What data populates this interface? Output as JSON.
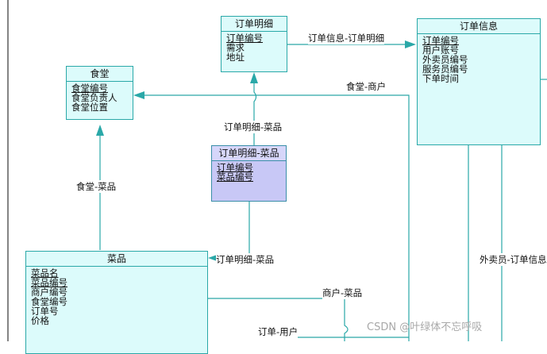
{
  "entities": {
    "order_detail": {
      "title": "订单明细",
      "fields": [
        "订单编号",
        "需求",
        "地址"
      ]
    },
    "order_info": {
      "title": "订单信息",
      "fields": [
        "订单编号",
        "用户账号",
        "外卖员编号",
        "服务员编号",
        "下单时间"
      ]
    },
    "canteen": {
      "title": "食堂",
      "fields": [
        "食堂编号",
        "食堂负责人",
        "食堂位置"
      ]
    },
    "order_detail_dish": {
      "title": "订单明细-菜品",
      "fields": [
        "订单编号",
        "菜品编号"
      ]
    },
    "dish": {
      "title": "菜品",
      "fields": [
        "菜品名",
        "菜品编号",
        "商户编号",
        "食堂编号",
        "订单号",
        "价格"
      ]
    }
  },
  "relations": {
    "order_info_detail": "订单信息-订单明细",
    "canteen_merchant": "食堂-商户",
    "detail_dish_top": "订单明细-菜品",
    "canteen_dish": "食堂-菜品",
    "detail_dish_bottom": "订单明细-菜品",
    "merchant_dish": "商户-菜品",
    "order_user": "订单-用户",
    "courier_order": "外卖员-订单信息"
  },
  "watermark": "CSDN @叶绿体不忘呼吸",
  "colors": {
    "line": "#2aa8a8",
    "entity_fill": "#dcfbfb",
    "link_fill": "#c8c8f6"
  }
}
